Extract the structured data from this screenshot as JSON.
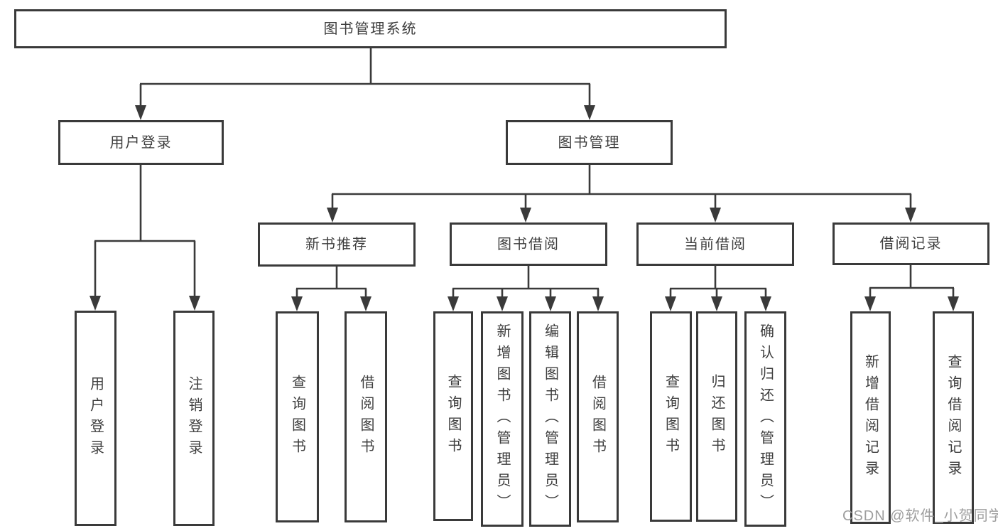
{
  "diagram": {
    "tree": {
      "label": "图书管理系统",
      "children": [
        {
          "label": "用户登录",
          "children": [
            {
              "label": "用户登录"
            },
            {
              "label": "注销登录"
            }
          ]
        },
        {
          "label": "图书管理",
          "children": [
            {
              "label": "新书推荐",
              "children": [
                {
                  "label": "查询图书"
                },
                {
                  "label": "借阅图书"
                }
              ]
            },
            {
              "label": "图书借阅",
              "children": [
                {
                  "label": "查询图书"
                },
                {
                  "label": "新增图书（管理员）"
                },
                {
                  "label": "编辑图书（管理员）"
                },
                {
                  "label": "借阅图书"
                }
              ]
            },
            {
              "label": "当前借阅",
              "children": [
                {
                  "label": "查询图书"
                },
                {
                  "label": "归还图书"
                },
                {
                  "label": "确认归还（管理员）"
                }
              ]
            },
            {
              "label": "借阅记录",
              "children": [
                {
                  "label": "新增借阅记录"
                },
                {
                  "label": "查询借阅记录"
                }
              ]
            }
          ]
        }
      ]
    },
    "watermark": "CSDN @软件_小贺同学",
    "colors": {
      "line": "#3a3a3a",
      "text": "#3e3e3e",
      "box_background": "#ffffff",
      "page_background": "#ffffff",
      "watermark": "#9e9e9e"
    }
  }
}
